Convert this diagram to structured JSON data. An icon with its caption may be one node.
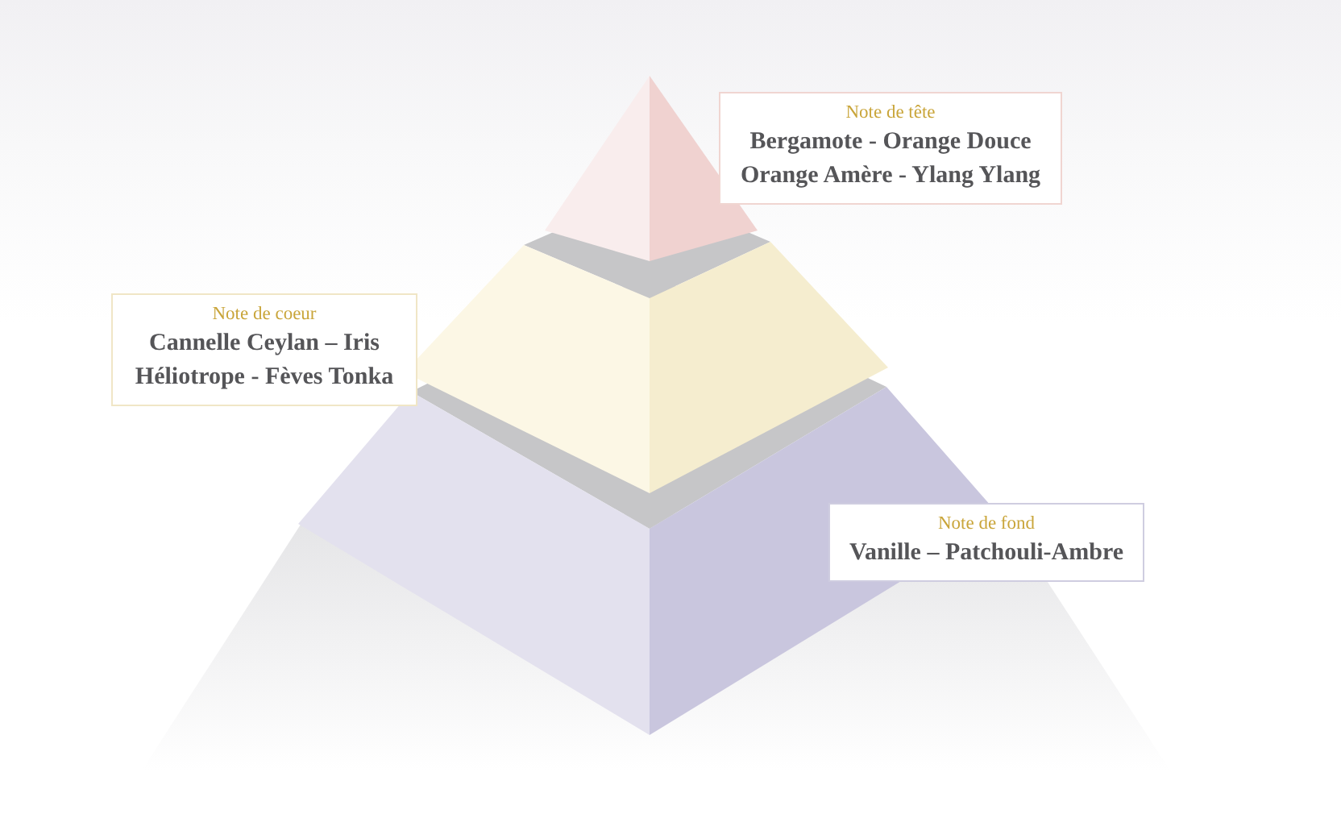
{
  "diagram": {
    "nodes": [
      {
        "text": [
          "Note de tête",
          "Bergamote - Orange Douce Orange Amère - Ylang Ylang"
        ]
      },
      {
        "text": [
          "Note de coeur",
          "Cannelle Ceylan – Iris Héliotrope - Fèves Tonka"
        ]
      },
      {
        "text": [
          "Note de fond",
          "Vanille – Patchouli-Ambre"
        ]
      }
    ]
  }
}
